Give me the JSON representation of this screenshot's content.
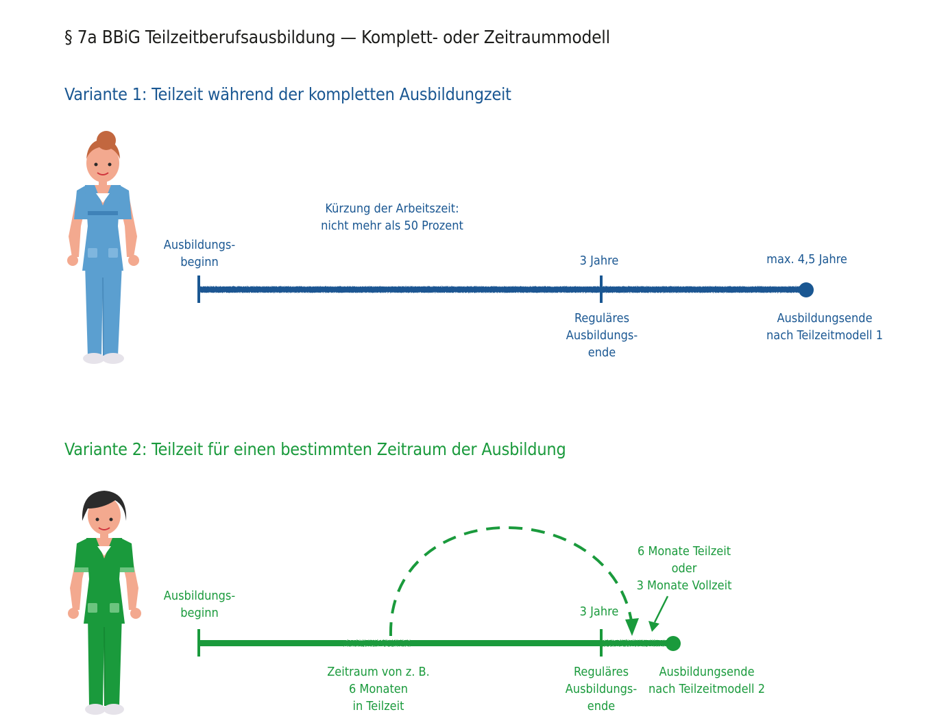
{
  "title": "§ 7a BBiG Teilzeitberufsausbildung — Komplett- oder Zeitraummodell",
  "colors": {
    "variant1": "#1a5792",
    "variant2": "#1a9a3c",
    "title": "#1d1d1b"
  },
  "variant1": {
    "heading": "Variante 1: Teilzeit während der kompletten Ausbildungzeit",
    "note": [
      "Kürzung der Arbeitszeit:",
      "nicht mehr als 50 Prozent"
    ],
    "start": [
      "Ausbildungs-",
      "beginn"
    ],
    "mid_top": "3 Jahre",
    "mid_bottom": [
      "Reguläres",
      "Ausbildungs-",
      "ende"
    ],
    "end_top": "max. 4,5 Jahre",
    "end_bottom": [
      "Ausbildungsende",
      "nach Teilzeitmodell 1"
    ],
    "figure_icon": "trainee-blue-uniform-icon"
  },
  "variant2": {
    "heading": "Variante 2: Teilzeit für einen bestimmten Zeitraum der Ausbildung",
    "start": [
      "Ausbildungs-",
      "beginn"
    ],
    "mid_top": "3 Jahre",
    "period": [
      "Zeitraum von z. B.",
      "6 Monaten",
      "in Teilzeit"
    ],
    "mid_bottom": [
      "Reguläres",
      "Ausbildungs-",
      "ende"
    ],
    "extension": [
      "6 Monate Teilzeit",
      "oder",
      "3 Monate Vollzeit"
    ],
    "end_bottom": [
      "Ausbildungsende",
      "nach Teilzeitmodell 2"
    ],
    "figure_icon": "trainee-green-uniform-icon"
  }
}
